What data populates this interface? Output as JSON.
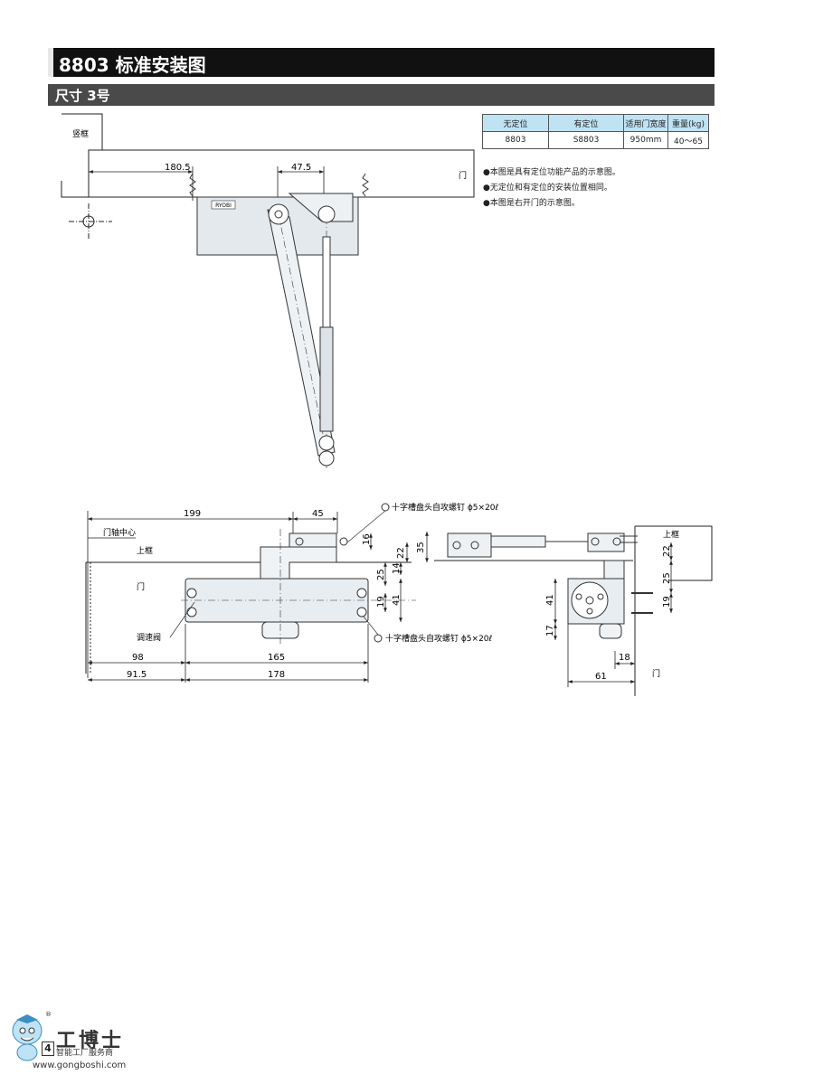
{
  "header": {
    "title": "8803 标准安装图",
    "subtitle": "尺寸 3号"
  },
  "spec_table": {
    "headers": [
      "无定位",
      "有定位",
      "适用门宽度",
      "重量(kg)"
    ],
    "row": [
      "8803",
      "S8803",
      "950mm",
      "40～65"
    ]
  },
  "notes": [
    "●本图是具有定位功能产品的示意图。",
    "●无定位和有定位的安装位置相同。",
    "●本图是右开门的示意图。"
  ],
  "top_drawing": {
    "frame_label": "竖框",
    "door_label": "门",
    "dim_a": "180.5",
    "dim_b": "47.5",
    "nameplate": "RYOBI"
  },
  "front_view": {
    "dim_199": "199",
    "dim_45": "45",
    "axis_label": "门轴中心",
    "upper_frame": "上框",
    "door_label": "门",
    "screw_note": "十字槽盘头自攻螺钉 ϕ5×20ℓ",
    "screw_note_2": "十字槽盘头自攻螺钉 ϕ5×20ℓ",
    "valve_label": "调速阀",
    "dim_16": "16",
    "dim_22": "22",
    "dim_35": "35",
    "dim_25": "25",
    "dim_14": "14",
    "dim_19": "19",
    "dim_41": "41",
    "dim_98": "98",
    "dim_165": "165",
    "dim_91_5": "91.5",
    "dim_178": "178"
  },
  "side_view": {
    "upper_frame": "上框",
    "door_label": "门",
    "dim_22": "22",
    "dim_25": "25",
    "dim_19": "19",
    "dim_41": "41",
    "dim_17": "17",
    "dim_18": "18",
    "dim_61": "61"
  },
  "footer": {
    "page": "4",
    "brand": "工博士",
    "tagline": "智能工厂服务商",
    "site": "www.gongboshi.com",
    "reg": "®"
  }
}
